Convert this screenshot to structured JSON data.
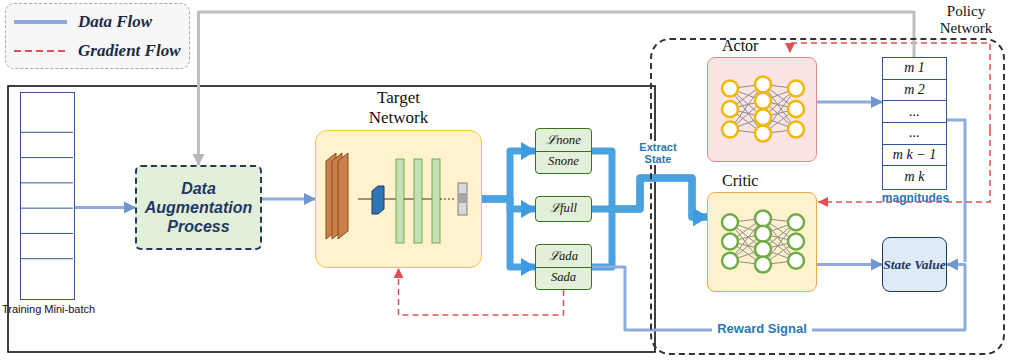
{
  "diagram": {
    "nodes": [
      {
        "text": [
          "Policy Network"
        ]
      },
      {
        "text": [
          "Training Mini-batch"
        ]
      },
      {
        "text": [
          "Data Augmentation Process"
        ]
      },
      {
        "text": [
          "Target Network"
        ]
      },
      {
        "text": [
          "ℒnone",
          "Snone"
        ]
      },
      {
        "text": [
          "ℒfull"
        ]
      },
      {
        "text": [
          "ℒada",
          "Sada"
        ]
      },
      {
        "text": [
          "Actor"
        ],
        "in": 0
      },
      {
        "text": [
          "m 1",
          "m 2",
          "...",
          "...",
          "m k − 1",
          "m k",
          "magnitudes"
        ],
        "in": 0
      },
      {
        "text": [
          "Critic"
        ],
        "in": 0
      },
      {
        "text": [
          "State Value"
        ],
        "in": 0
      }
    ],
    "edges": [
      {
        "from": 1,
        "to": 2,
        "arrow": "to"
      },
      {
        "from": 2,
        "to": 3,
        "arrow": "to"
      },
      {
        "from": 3,
        "to": 4,
        "arrow": "to"
      },
      {
        "from": 3,
        "to": 5,
        "arrow": "to"
      },
      {
        "from": 3,
        "to": 6,
        "arrow": "to"
      },
      {
        "from": 4,
        "to": 9,
        "arrow": "to"
      },
      {
        "from": 5,
        "to": 9,
        "label": "Extract State",
        "arrow": "to"
      },
      {
        "from": 6,
        "to": 9,
        "arrow": "to"
      },
      {
        "from": 6,
        "to": 10,
        "label": "Reward Signal",
        "arrow": "to"
      },
      {
        "from": 7,
        "to": 8,
        "arrow": "to"
      },
      {
        "from": 9,
        "to": 10,
        "arrow": "to"
      },
      {
        "from": 8,
        "to": 2,
        "arrow": "to"
      },
      {
        "from": 6,
        "to": 3,
        "arrow": "to"
      }
    ],
    "legend": [
      {
        "text": "Data Flow"
      },
      {
        "text": "Gradient Flow"
      }
    ]
  }
}
